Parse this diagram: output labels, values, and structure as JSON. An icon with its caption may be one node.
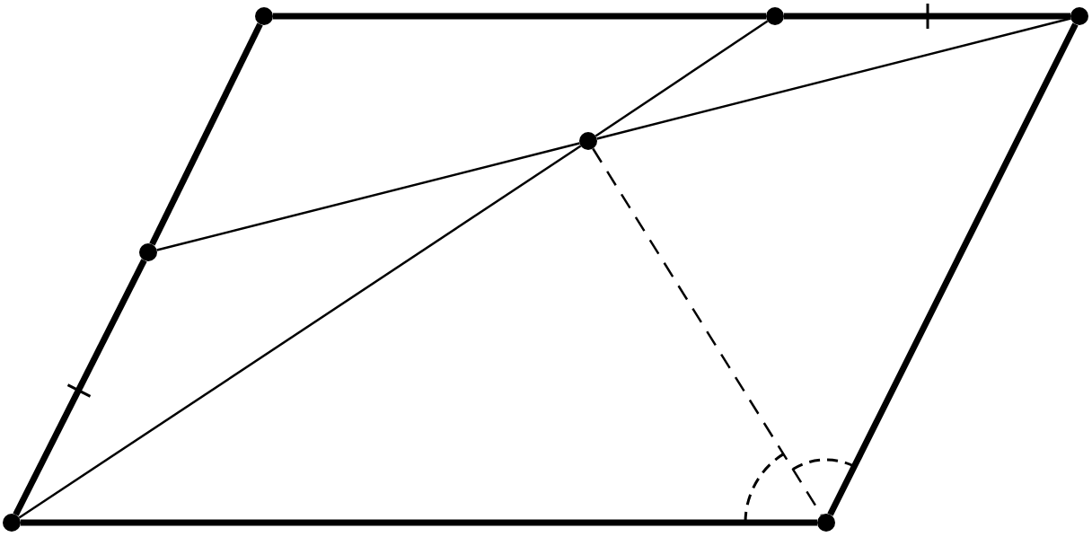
{
  "diagram": {
    "nodes": [
      {
        "text": [],
        "shape": "circle"
      },
      {
        "text": [],
        "shape": "circle"
      },
      {
        "text": [],
        "shape": "circle"
      },
      {
        "text": [],
        "shape": "circle"
      },
      {
        "text": [],
        "shape": "circle"
      },
      {
        "text": [],
        "shape": "circle"
      },
      {
        "text": [],
        "shape": "circle"
      }
    ],
    "edges": [
      {
        "from": 0,
        "to": 1,
        "arrow": "none"
      },
      {
        "from": 1,
        "to": 2,
        "arrow": "none"
      },
      {
        "from": 2,
        "to": 6,
        "arrow": "none"
      },
      {
        "from": 6,
        "to": 5,
        "arrow": "none"
      },
      {
        "from": 5,
        "to": 4,
        "arrow": "none"
      },
      {
        "from": 4,
        "to": 0,
        "arrow": "none"
      },
      {
        "from": 5,
        "to": 3,
        "arrow": "none"
      },
      {
        "from": 3,
        "to": 1,
        "arrow": "none"
      },
      {
        "from": 4,
        "to": 3,
        "arrow": "none"
      },
      {
        "from": 3,
        "to": 2,
        "arrow": "none"
      },
      {
        "from": 3,
        "to": 6,
        "arrow": "none",
        "style": "dashed"
      }
    ]
  }
}
